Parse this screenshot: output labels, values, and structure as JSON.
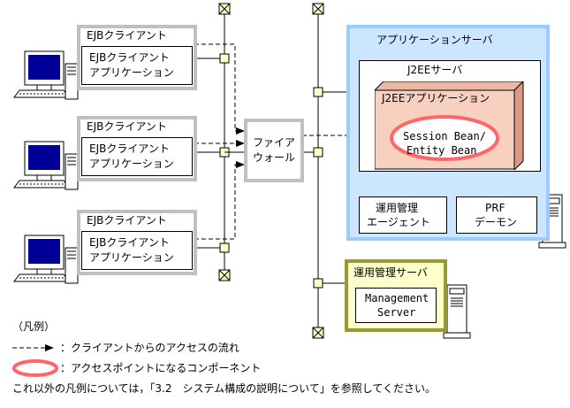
{
  "clients": [
    {
      "title": "EJBクライアント",
      "app_line1": "EJBクライアント",
      "app_line2": "アプリケーション"
    },
    {
      "title": "EJBクライアント",
      "app_line1": "EJBクライアント",
      "app_line2": "アプリケーション"
    },
    {
      "title": "EJBクライアント",
      "app_line1": "EJBクライアント",
      "app_line2": "アプリケーション"
    }
  ],
  "firewall": {
    "line1": "ファイア",
    "line2": "ウォール"
  },
  "app_server": {
    "title": "アプリケーションサーバ",
    "j2ee_server": "J2EEサーバ",
    "j2ee_app": "J2EEアプリケーション",
    "bean_line1": "Session Bean/",
    "bean_line2": "Entity Bean",
    "agent_line1": "運用管理",
    "agent_line2": "エージェント",
    "prf_line1": "PRF",
    "prf_line2": "デーモン"
  },
  "mgmt_server": {
    "title": "運用管理サーバ",
    "line1": "Management",
    "line2": "Server"
  },
  "legend": {
    "heading": "（凡例）",
    "flow": "：クライアントからのアクセスの流れ",
    "access_point": "：アクセスポイントになるコンポーネント",
    "note": "これ以外の凡例については，「3.2　システム構成の説明について」を参照してください。"
  },
  "colors": {
    "gray_border": "#c0c0c0",
    "app_server_border": "#99ccff",
    "app_server_fill": "#cce6ff",
    "j2ee_app_fill": "#f8d0c0",
    "access_point": "#ff6666",
    "mgmt_fill": "#ffffcc",
    "mgmt_border": "#999933",
    "node_fill": "#ffffcc",
    "monitor_screen": "#000099"
  }
}
